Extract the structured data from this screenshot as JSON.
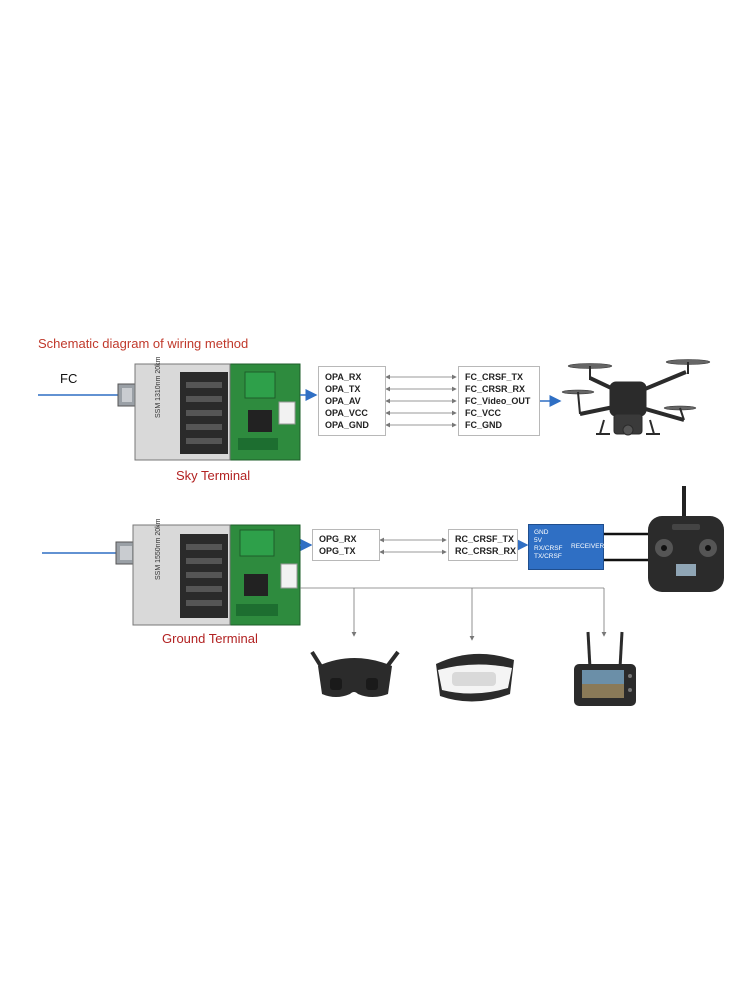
{
  "title": "Schematic diagram of wiring method",
  "fc_label": "FC",
  "sky": {
    "label": "Sky Terminal",
    "board_text": "SSM 1310nm 20km",
    "module_pins": [
      "OPA_RX",
      "OPA_TX",
      "OPA_AV",
      "OPA_VCC",
      "OPA_GND"
    ],
    "fc_pins": [
      "FC_CRSF_TX",
      "FC_CRSR_RX",
      "FC_Video_OUT",
      "FC_VCC",
      "FC_GND"
    ]
  },
  "ground": {
    "label": "Ground Terminal",
    "board_text": "SSM 1550nm 20km",
    "module_pins": [
      "OPG_RX",
      "OPG_TX"
    ],
    "rc_pins": [
      "RC_CRSF_TX",
      "RC_CRSR_RX"
    ],
    "receiver": {
      "pins": [
        "GND",
        "5V",
        "RX/CRSF",
        "TX/CRSF"
      ],
      "label": "RECEIVER"
    }
  },
  "colors": {
    "line": "#2f6fc4",
    "board": "#2e8b3e",
    "label": "#b22222"
  },
  "icons": [
    "drone-icon",
    "radio-controller-icon",
    "fpv-goggles-icon",
    "vr-headset-icon",
    "video-monitor-icon"
  ]
}
